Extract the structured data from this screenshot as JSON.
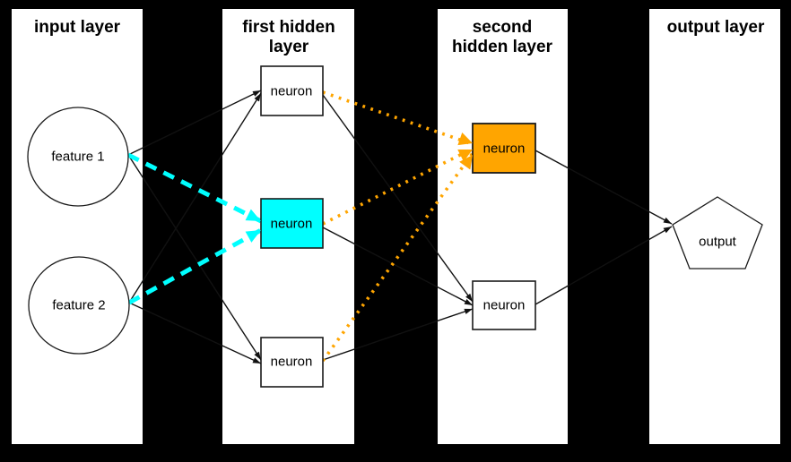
{
  "diagram": {
    "type": "neural-network-architecture",
    "colors": {
      "background": "#000000",
      "panel_fill": "#ffffff",
      "edge_black": "#111111",
      "highlight_cyan": "#00ffff",
      "highlight_orange": "#ffa500",
      "node_stroke": "#1a1a1a"
    },
    "titles": {
      "input": {
        "line1": "input layer",
        "line2": ""
      },
      "hidden1": {
        "line1": "first hidden",
        "line2": "layer"
      },
      "hidden2": {
        "line1": "second",
        "line2": "hidden layer"
      },
      "output": {
        "line1": "output layer",
        "line2": ""
      }
    },
    "nodes": {
      "feature1": {
        "label": "feature 1",
        "shape": "circle",
        "layer": "input",
        "fill": "#ffffff"
      },
      "feature2": {
        "label": "feature 2",
        "shape": "circle",
        "layer": "input",
        "fill": "#ffffff"
      },
      "h1n1": {
        "label": "neuron",
        "shape": "rect",
        "layer": "hidden1",
        "fill": "#ffffff"
      },
      "h1n2": {
        "label": "neuron",
        "shape": "rect",
        "layer": "hidden1",
        "fill": "#00ffff"
      },
      "h1n3": {
        "label": "neuron",
        "shape": "rect",
        "layer": "hidden1",
        "fill": "#ffffff"
      },
      "h2n1": {
        "label": "neuron",
        "shape": "rect",
        "layer": "hidden2",
        "fill": "#ffa500"
      },
      "h2n2": {
        "label": "neuron",
        "shape": "rect",
        "layer": "hidden2",
        "fill": "#ffffff"
      },
      "output": {
        "label": "output",
        "shape": "pentagon",
        "layer": "output",
        "fill": "#ffffff"
      }
    },
    "edges": [
      {
        "from": "feature1",
        "to": "h1n1",
        "style": "solid",
        "color": "black"
      },
      {
        "from": "feature1",
        "to": "h1n2",
        "style": "dashed",
        "color": "cyan"
      },
      {
        "from": "feature1",
        "to": "h1n3",
        "style": "solid",
        "color": "black"
      },
      {
        "from": "feature2",
        "to": "h1n1",
        "style": "solid",
        "color": "black"
      },
      {
        "from": "feature2",
        "to": "h1n2",
        "style": "dashed",
        "color": "cyan"
      },
      {
        "from": "feature2",
        "to": "h1n3",
        "style": "solid",
        "color": "black"
      },
      {
        "from": "h1n1",
        "to": "h2n1",
        "style": "dotted",
        "color": "orange"
      },
      {
        "from": "h1n1",
        "to": "h2n2",
        "style": "solid",
        "color": "black"
      },
      {
        "from": "h1n2",
        "to": "h2n1",
        "style": "dotted",
        "color": "orange"
      },
      {
        "from": "h1n2",
        "to": "h2n2",
        "style": "solid",
        "color": "black"
      },
      {
        "from": "h1n3",
        "to": "h2n1",
        "style": "dotted",
        "color": "orange"
      },
      {
        "from": "h1n3",
        "to": "h2n2",
        "style": "solid",
        "color": "black"
      },
      {
        "from": "h2n1",
        "to": "output",
        "style": "solid",
        "color": "black"
      },
      {
        "from": "h2n2",
        "to": "output",
        "style": "solid",
        "color": "black"
      }
    ]
  }
}
